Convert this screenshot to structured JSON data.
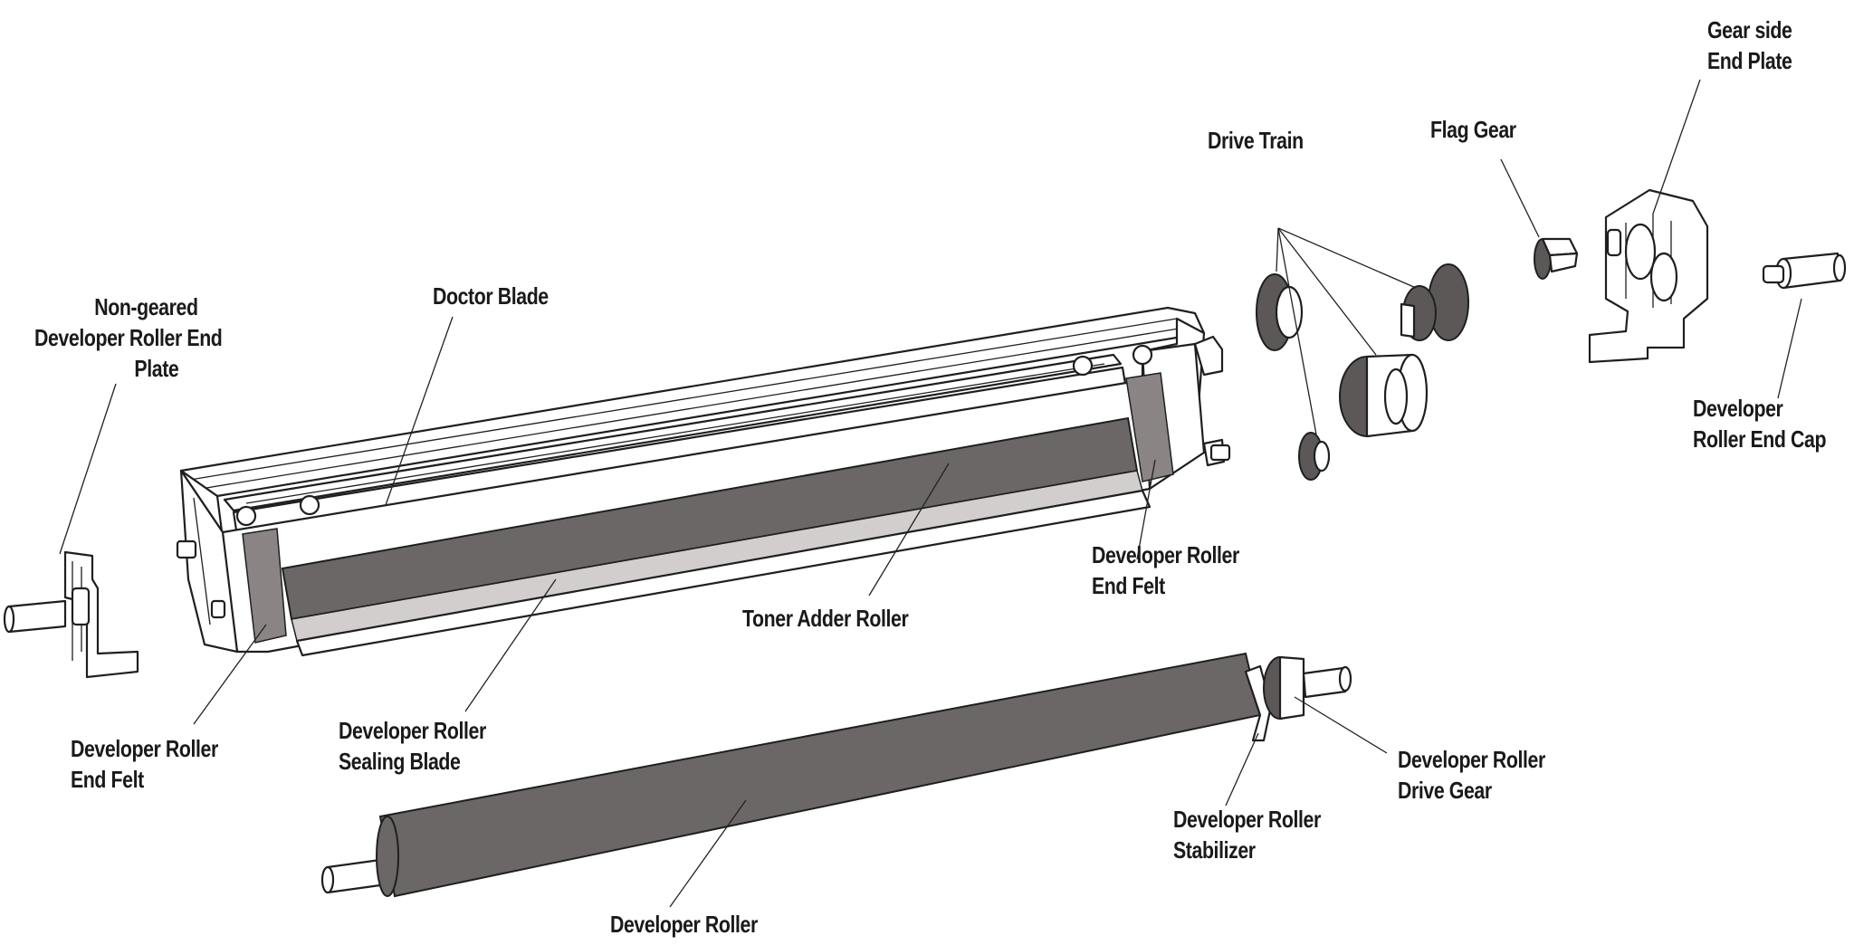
{
  "labels": {
    "doctor_blade": [
      "Doctor Blade"
    ],
    "non_geared_end_plate": [
      "Non-geared",
      "Developer Roller End",
      "Plate"
    ],
    "drive_train": [
      "Drive Train"
    ],
    "flag_gear": [
      "Flag Gear"
    ],
    "gear_side_end_plate": [
      "Gear side",
      "End Plate"
    ],
    "end_cap": [
      "Developer",
      "Roller End Cap"
    ],
    "end_felt_right": [
      "Developer Roller",
      "End Felt"
    ],
    "toner_adder_roller": [
      "Toner Adder Roller"
    ],
    "end_felt_left": [
      "Developer Roller",
      "End Felt"
    ],
    "sealing_blade": [
      "Developer Roller",
      "Sealing Blade"
    ],
    "drive_gear": [
      "Developer Roller",
      "Drive Gear"
    ],
    "stabilizer": [
      "Developer Roller",
      "Stabilizer"
    ],
    "developer_roller": [
      "Developer Roller"
    ]
  },
  "colors": {
    "ink": "#1f1f1f",
    "roller_fill": "#6b6767",
    "sealing_fill": "#d2cece",
    "background": "#ffffff"
  }
}
